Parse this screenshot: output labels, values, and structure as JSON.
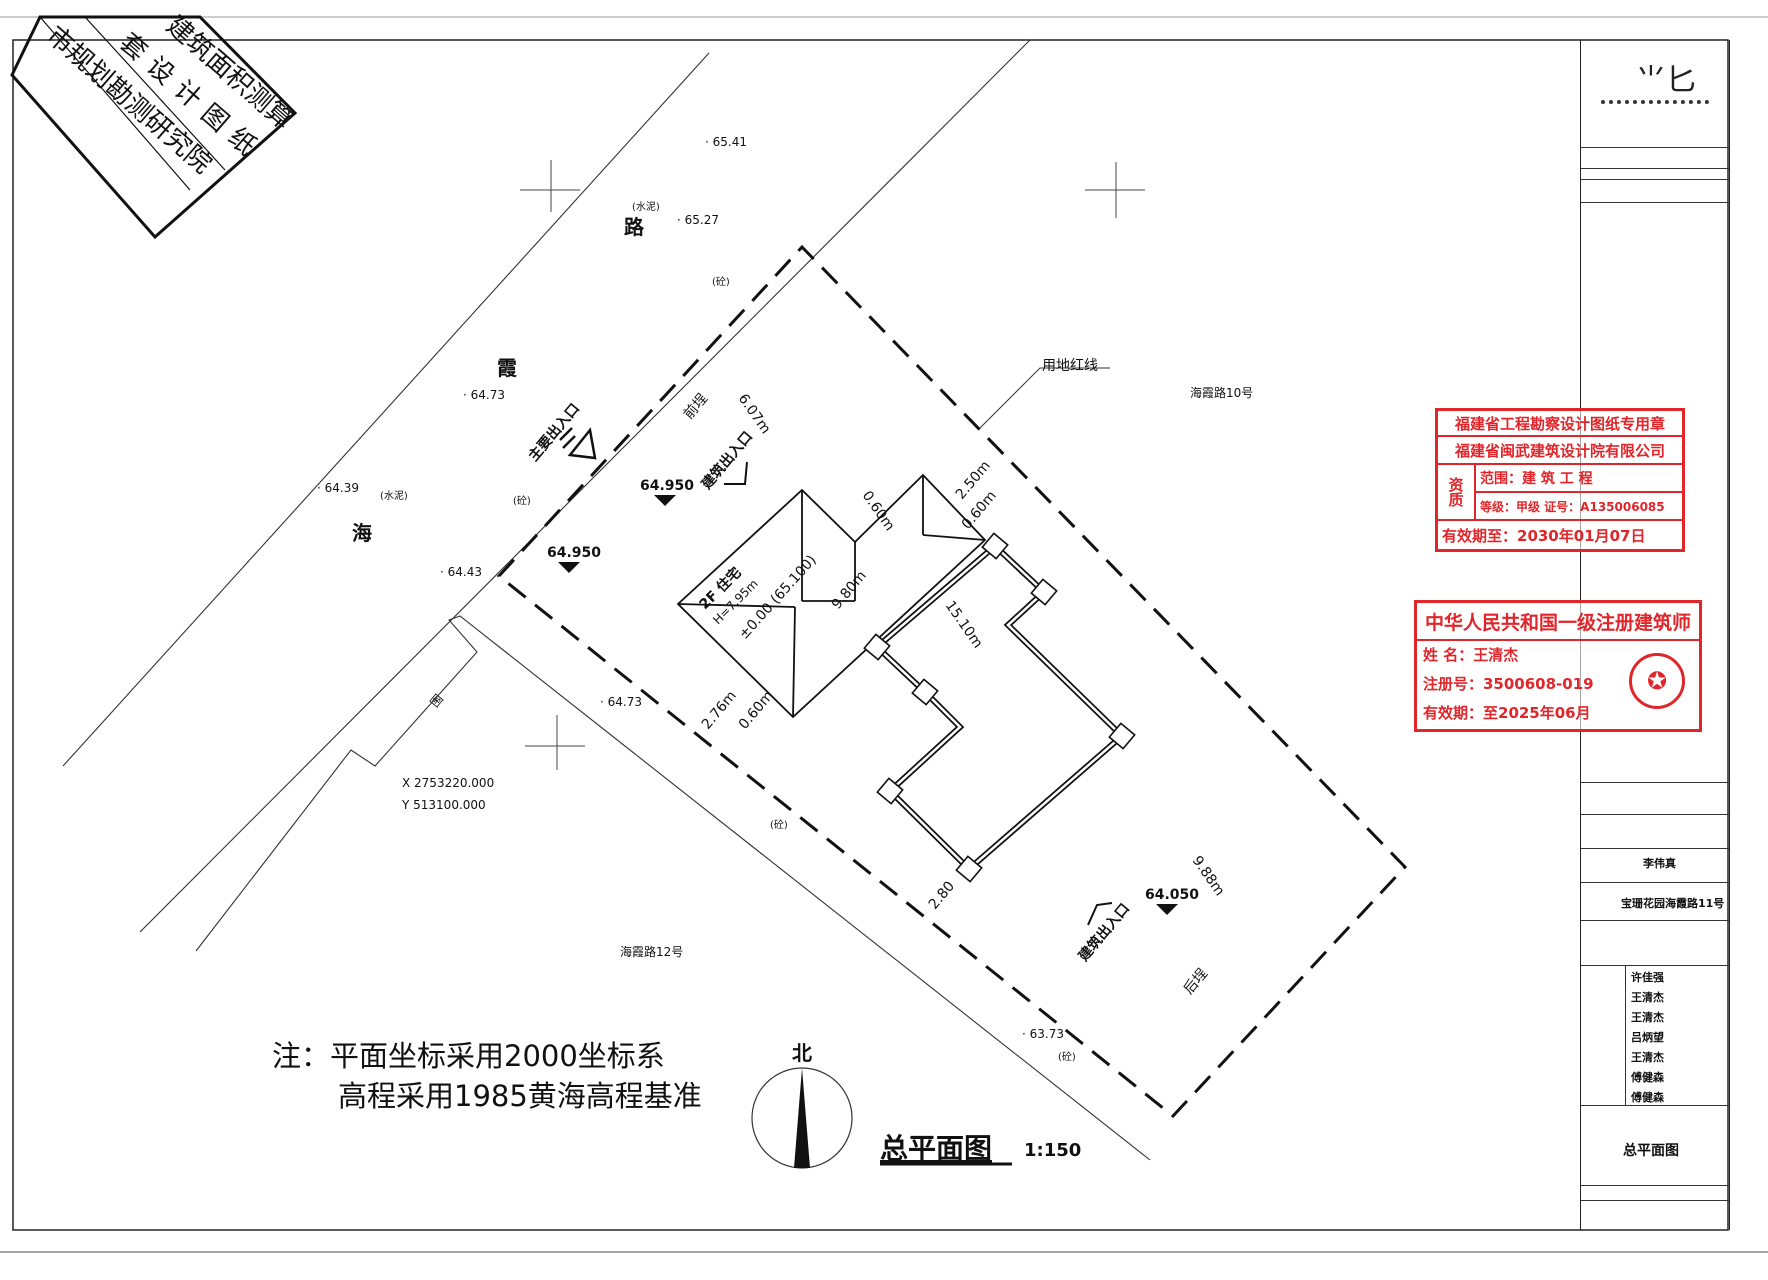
{
  "watermark": {
    "lines": [
      "建筑面积测算",
      "套设计图纸",
      "市规划勘测研究院"
    ]
  },
  "road": {
    "name_chars": [
      "路",
      "霞",
      "海"
    ],
    "surface_cement": "(水泥)",
    "surface_concrete": "(砼)",
    "wall_label": "围"
  },
  "spot_elevations": [
    "· 65.41",
    "· 65.27",
    "· 64.73",
    "· 64.39",
    "· 64.43",
    "· 64.73",
    "· 63.73"
  ],
  "site": {
    "red_line_label": "用地红线",
    "neighbor_north": "海霞路10号",
    "neighbor_south": "海霞路12号",
    "main_entrance": "主要出入口",
    "building_entrance": "建筑出入口",
    "front_yard": "前埕",
    "back_yard": "后埕",
    "levels": [
      "64.950",
      "64.950",
      "64.050"
    ],
    "coord_x": "X 2753220.000",
    "coord_y": "Y 513100.000"
  },
  "building": {
    "name": "2F 住宅",
    "height": "H=7.95m",
    "level": "±0.00 (65.100)"
  },
  "dimensions": [
    "6.07m",
    "2.50m",
    "0.60m",
    "0.60m",
    "9.80m",
    "15.10m",
    "2.76m",
    "0.60m",
    "2.80",
    "9.88m"
  ],
  "notes": {
    "line1": "注：平面坐标采用2000坐标系",
    "line2": "高程采用1985黄海高程基准"
  },
  "north_label": "北",
  "drawing_title": {
    "name": "总平面图",
    "scale": "1:150"
  },
  "stamp_design": {
    "title": "福建省工程勘察设计图纸专用章",
    "company": "福建省闽武建筑设计院有限公司",
    "qual_label": "资质",
    "scope": "范围：建 筑 工 程",
    "grade": "等级：甲级  证号：A135006085",
    "valid": "有效期至：2030年01月07日"
  },
  "stamp_architect": {
    "title": "中华人民共和国一级注册建筑师",
    "name": "姓  名：王清杰",
    "reg": "注册号：3500608-019",
    "valid": "有效期：至2025年06月"
  },
  "title_block": {
    "client": "李伟真",
    "project": "宝珊花园海霞路11号",
    "signers": [
      "许佳强",
      "王清杰",
      "王清杰",
      "吕炳望",
      "王清杰",
      "傅健森",
      "傅健森"
    ],
    "drawing_name": "总平面图"
  },
  "colors": {
    "stamp_red": "#e0262b",
    "ink": "#111111"
  }
}
